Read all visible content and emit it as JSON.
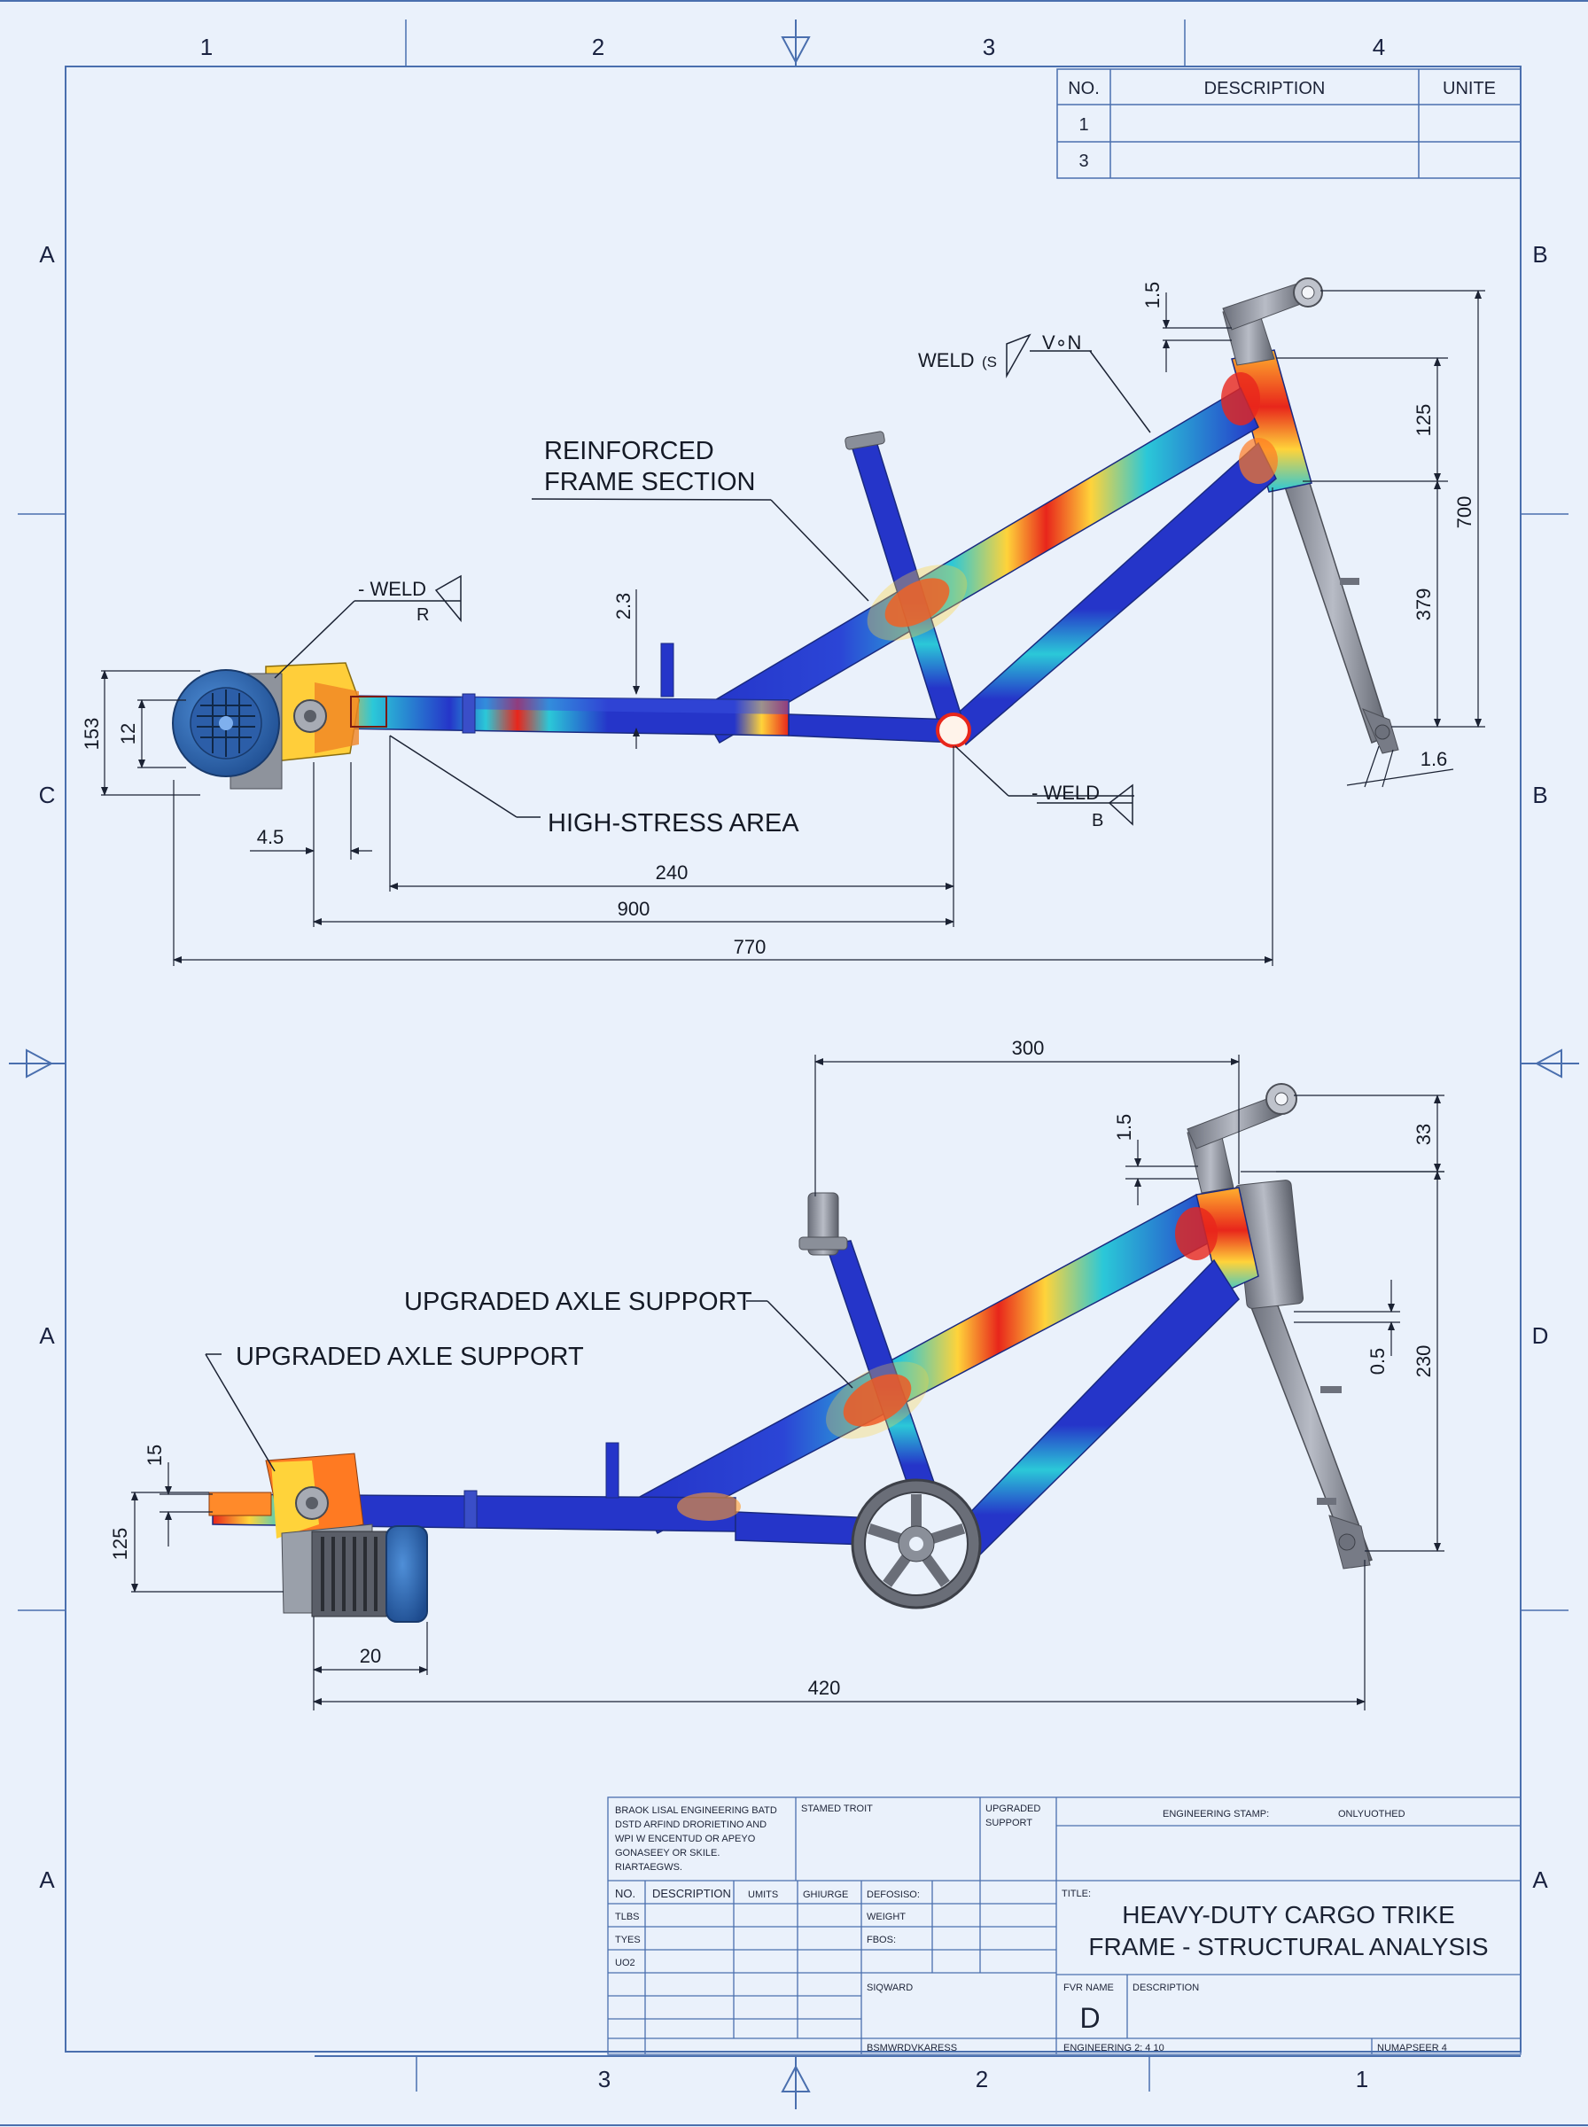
{
  "zones": {
    "top": [
      "1",
      "2",
      "3",
      "4"
    ],
    "bottom": [
      "3",
      "2",
      "1"
    ],
    "left": [
      "A",
      "C",
      "A",
      "A"
    ],
    "right": [
      "B",
      "B",
      "D",
      "A"
    ]
  },
  "revision_table": {
    "headers": [
      "NO.",
      "DESCRIPTION",
      "UNITE"
    ],
    "rows": [
      [
        "1",
        "",
        ""
      ],
      [
        "3",
        "",
        ""
      ]
    ]
  },
  "view_top": {
    "callouts": {
      "weld_top_label": "WELD",
      "weld_top_symbol": "V∘N",
      "reinforced_line1": "REINFORCED",
      "reinforced_line2": "FRAME SECTION",
      "weld_left_label": "- WELD",
      "weld_left_ref": "R",
      "weld_right_label": "- WELD",
      "weld_right_ref": "B",
      "high_stress": "HIGH-STRESS AREA"
    },
    "dimensions": {
      "d153": "153",
      "d12": "12",
      "d23": "2.3",
      "d45": "4.5",
      "d240": "240",
      "d900": "900",
      "d770": "770",
      "d15": "1.5",
      "d125": "125",
      "d700": "700",
      "d379": "379",
      "d16": "1.6"
    }
  },
  "view_bottom": {
    "callouts": {
      "axle_center": "UPGRADED AXLE SUPPORT",
      "axle_left": "UPGRADED AXLE SUPPORT"
    },
    "dimensions": {
      "d300": "300",
      "d15a": "1.5",
      "d33": "33",
      "d05": "0.5",
      "d230": "230",
      "d15b": "15",
      "d125": "125",
      "d20": "20",
      "d420": "420"
    }
  },
  "title_block": {
    "notes": [
      "BRAOK LISAL ENGINEERING BATD",
      "DSTD ARFIND DRORIETINO AND",
      "WPI W ENCENTUD OR APEYO",
      "GONASEEY OR SKILE.",
      "RIARTAEGWS."
    ],
    "stamped": "STAMED TROIT",
    "upgraded": [
      "UPGRADED",
      "SUPPORT"
    ],
    "engineering_stamp": "ENGINEERING STAMP:",
    "only_noted": "ONLYUOTHED",
    "table_headers": [
      "NO.",
      "DESCRIPTION",
      "UMITS",
      "GHIURGE"
    ],
    "table_rows": [
      "TLBS",
      "TYES",
      "UO2"
    ],
    "props": [
      "DEFOSISO:",
      "WEIGHT",
      "FBOS:"
    ],
    "title_label": "TITLE:",
    "title_line1": "HEAVY-DUTY CARGO TRIKE",
    "title_line2": "FRAME - STRUCTURAL ANALYSIS",
    "siqward": "SIQWARD",
    "rev_name_label": "FVR NAME",
    "description_label": "DESCRIPTION",
    "rev_letter": "D",
    "drawn": "BSMWRDVKARESS",
    "engineering_no": "ENGINEERING 2: 4 10",
    "number_label": "NUMAPSEER 4"
  },
  "colors": {
    "frame_blue": "#2535c9",
    "stress_red": "#e8261b",
    "stress_yellow": "#ffd33a",
    "stress_cyan": "#2bc8d8",
    "drawing_line": "#4a6fae",
    "background": "#eaf1fb"
  },
  "icons": [
    "weld-symbol-icon",
    "centering-arrow-icon",
    "motor-icon",
    "chainring-icon",
    "handlebar-stem-icon"
  ]
}
